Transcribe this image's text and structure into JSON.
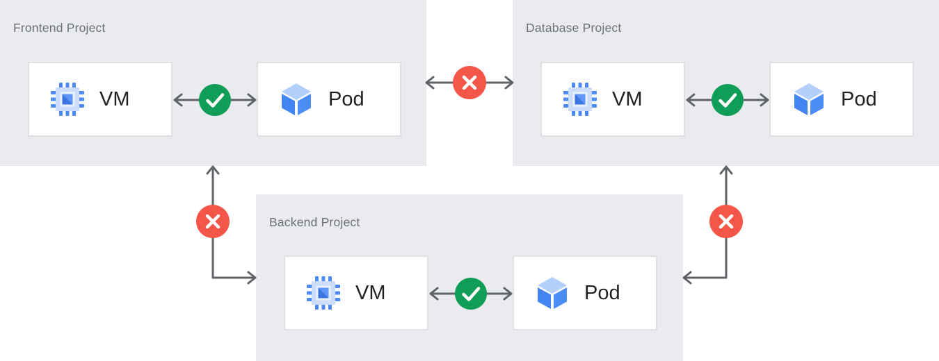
{
  "panels": [
    {
      "id": "frontend",
      "label": "Frontend Project",
      "nodes": [
        {
          "type": "vm",
          "label": "VM"
        },
        {
          "type": "pod",
          "label": "Pod"
        }
      ],
      "internal_connection": "allowed"
    },
    {
      "id": "database",
      "label": "Database Project",
      "nodes": [
        {
          "type": "vm",
          "label": "VM"
        },
        {
          "type": "pod",
          "label": "Pod"
        }
      ],
      "internal_connection": "allowed"
    },
    {
      "id": "backend",
      "label": "Backend Project",
      "nodes": [
        {
          "type": "vm",
          "label": "VM"
        },
        {
          "type": "pod",
          "label": "Pod"
        }
      ],
      "internal_connection": "allowed"
    }
  ],
  "connections": [
    {
      "from": "Frontend Project",
      "to": "Database Project",
      "status": "blocked"
    },
    {
      "from": "Frontend Project",
      "to": "Backend Project",
      "status": "blocked"
    },
    {
      "from": "Database Project",
      "to": "Backend Project",
      "status": "blocked"
    }
  ],
  "icons": {
    "vm": "compute-engine-chip-icon",
    "pod": "kubernetes-pod-cube-icon",
    "allowed": "check-icon",
    "blocked": "x-icon"
  },
  "colors": {
    "allowed_badge": "#0f9d58",
    "blocked_badge": "#f4564a",
    "panel_background": "#e9ebee",
    "node_background": "#ffffff",
    "node_border": "#dddfe2",
    "arrow": "#5f6368",
    "panel_label_text": "#6d7175",
    "node_label_text": "#202124",
    "icon_blue": "#4285f4",
    "icon_light_blue": "#aecbfa"
  }
}
